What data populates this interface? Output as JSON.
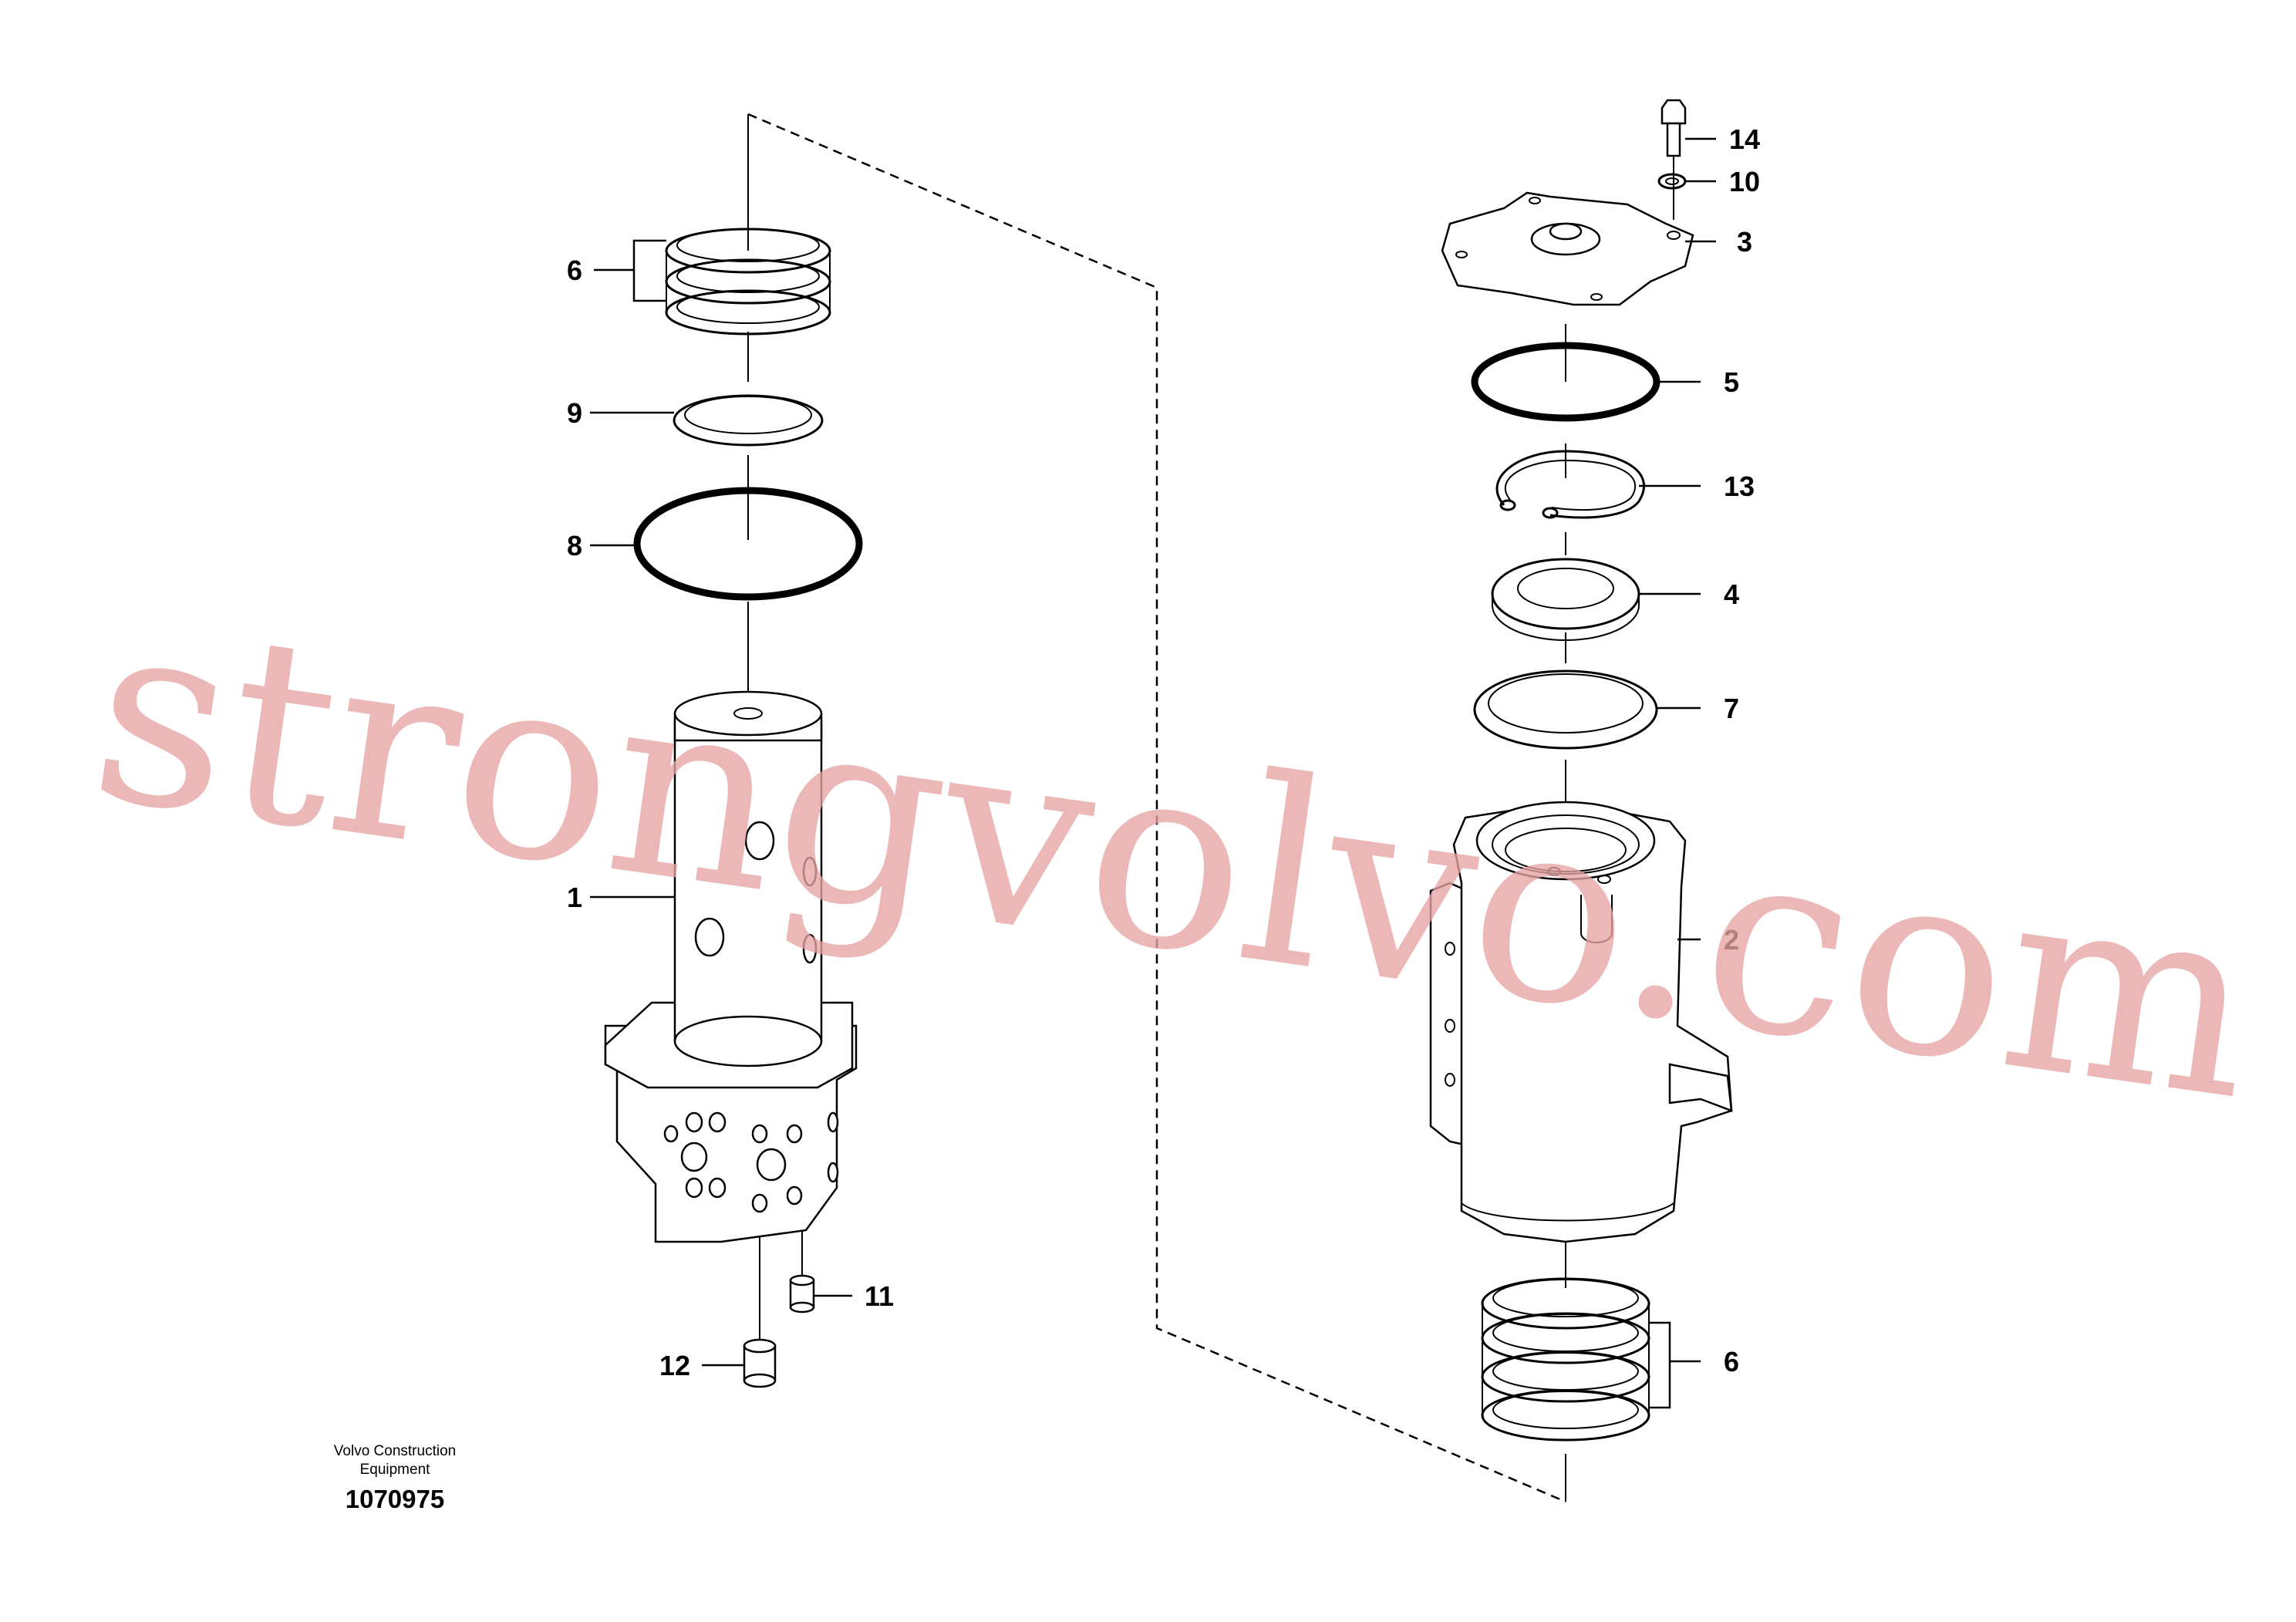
{
  "callouts": [
    {
      "id": "1",
      "text": "1"
    },
    {
      "id": "2",
      "text": "2"
    },
    {
      "id": "3",
      "text": "3"
    },
    {
      "id": "4",
      "text": "4"
    },
    {
      "id": "5",
      "text": "5"
    },
    {
      "id": "6a",
      "text": "6"
    },
    {
      "id": "6b",
      "text": "6"
    },
    {
      "id": "7",
      "text": "7"
    },
    {
      "id": "8",
      "text": "8"
    },
    {
      "id": "9",
      "text": "9"
    },
    {
      "id": "10",
      "text": "10"
    },
    {
      "id": "11",
      "text": "11"
    },
    {
      "id": "12",
      "text": "12"
    },
    {
      "id": "13",
      "text": "13"
    },
    {
      "id": "14",
      "text": "14"
    }
  ],
  "footer": {
    "line1": "Volvo Construction",
    "line2": "Equipment",
    "number": "1070975"
  },
  "watermark": {
    "text": "strongvolvo.com",
    "color": "#e6a3a3"
  },
  "colors": {
    "line": "#000000",
    "background": "#ffffff"
  }
}
